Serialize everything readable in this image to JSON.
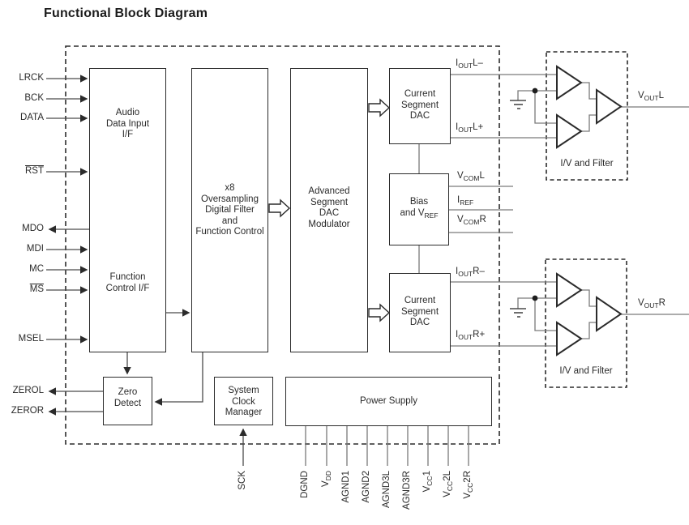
{
  "title": "Functional Block Diagram",
  "blocks": {
    "audio_if": {
      "label": "Audio\nData Input\nI/F"
    },
    "function_if": {
      "label": "Function\nControl I/F"
    },
    "x8_filter": {
      "label": "x8\nOversampling\nDigital Filter\nand\nFunction Control"
    },
    "modulator": {
      "label": "Advanced\nSegment\nDAC\nModulator"
    },
    "dac_left": {
      "label": "Current\nSegment\nDAC"
    },
    "bias": {
      "line1": "Bias",
      "line2_pre": "and V",
      "line2_sub": "REF"
    },
    "dac_right": {
      "label": "Current\nSegment\nDAC"
    },
    "zero_detect": {
      "label": "Zero\nDetect"
    },
    "clock_manager": {
      "label": "System\nClock\nManager"
    },
    "power_supply": {
      "label": "Power Supply"
    },
    "iv_filter_left": {
      "label": "I/V and Filter"
    },
    "iv_filter_right": {
      "label": "I/V and Filter"
    }
  },
  "pins_left": [
    {
      "label": "LRCK",
      "direction": "in",
      "overline": false
    },
    {
      "label": "BCK",
      "direction": "in",
      "overline": false
    },
    {
      "label": "DATA",
      "direction": "in",
      "overline": false
    },
    {
      "label": "RST",
      "direction": "in",
      "overline": true
    },
    {
      "label": "MDO",
      "direction": "out",
      "overline": false
    },
    {
      "label": "MDI",
      "direction": "in",
      "overline": false
    },
    {
      "label": "MC",
      "direction": "in",
      "overline": false
    },
    {
      "label": "MS",
      "direction": "in",
      "overline": true
    },
    {
      "label": "MSEL",
      "direction": "in",
      "overline": false
    },
    {
      "label": "ZEROL",
      "direction": "out",
      "overline": false
    },
    {
      "label": "ZEROR",
      "direction": "out",
      "overline": false
    }
  ],
  "signals": {
    "iout_l_minus": {
      "pre": "I",
      "sub": "OUT",
      "post": "L–"
    },
    "iout_l_plus": {
      "pre": "I",
      "sub": "OUT",
      "post": "L+"
    },
    "vcom_l": {
      "pre": "V",
      "sub": "COM",
      "post": "L"
    },
    "iref": {
      "pre": "I",
      "sub": "REF",
      "post": ""
    },
    "vcom_r": {
      "pre": "V",
      "sub": "COM",
      "post": "R"
    },
    "iout_r_minus": {
      "pre": "I",
      "sub": "OUT",
      "post": "R–"
    },
    "iout_r_plus": {
      "pre": "I",
      "sub": "OUT",
      "post": "R+"
    },
    "vout_l": {
      "pre": "V",
      "sub": "OUT",
      "post": "L"
    },
    "vout_r": {
      "pre": "V",
      "sub": "OUT",
      "post": "R"
    }
  },
  "pins_bottom": [
    {
      "pre": "SCK",
      "sub": "",
      "post": ""
    },
    {
      "pre": "DGND",
      "sub": "",
      "post": ""
    },
    {
      "pre": "V",
      "sub": "DD",
      "post": ""
    },
    {
      "pre": "AGND1",
      "sub": "",
      "post": ""
    },
    {
      "pre": "AGND2",
      "sub": "",
      "post": ""
    },
    {
      "pre": "AGND3L",
      "sub": "",
      "post": ""
    },
    {
      "pre": "AGND3R",
      "sub": "",
      "post": ""
    },
    {
      "pre": "V",
      "sub": "CC",
      "post": "1"
    },
    {
      "pre": "V",
      "sub": "CC",
      "post": "2L"
    },
    {
      "pre": "V",
      "sub": "CC",
      "post": "2R"
    }
  ],
  "colors": {
    "block_border": "#2b2b2b",
    "signal_line": "#7a7a7a",
    "arrow_line": "#4a4a4a",
    "text": "#2a2a2a",
    "background": "#ffffff"
  }
}
